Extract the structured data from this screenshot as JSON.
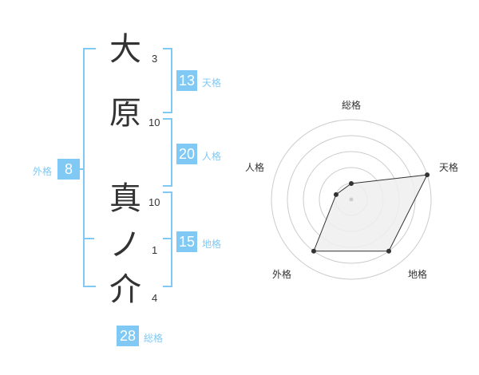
{
  "name": {
    "chars": [
      {
        "char": "大",
        "strokes": "3"
      },
      {
        "char": "原",
        "strokes": "10"
      },
      {
        "char": "真",
        "strokes": "10"
      },
      {
        "char": "ノ",
        "strokes": "1"
      },
      {
        "char": "介",
        "strokes": "4"
      }
    ]
  },
  "kakusu": {
    "tenkaku": {
      "value": "13",
      "label": "天格"
    },
    "jinkaku": {
      "value": "20",
      "label": "人格"
    },
    "chikaku": {
      "value": "15",
      "label": "地格"
    },
    "gaikaku": {
      "value": "8",
      "label": "外格"
    },
    "soukaku": {
      "value": "28",
      "label": "総格"
    }
  },
  "chart_data": {
    "type": "radar",
    "axes": [
      "総格",
      "天格",
      "地格",
      "外格",
      "人格"
    ],
    "values": [
      1,
      5,
      4,
      4,
      1
    ],
    "rmax": 5,
    "rings": 5,
    "colors": {
      "fill": "#eeeeee",
      "line": "#333333",
      "grid": "#cccccc",
      "accent": "#7fc9f4"
    }
  }
}
